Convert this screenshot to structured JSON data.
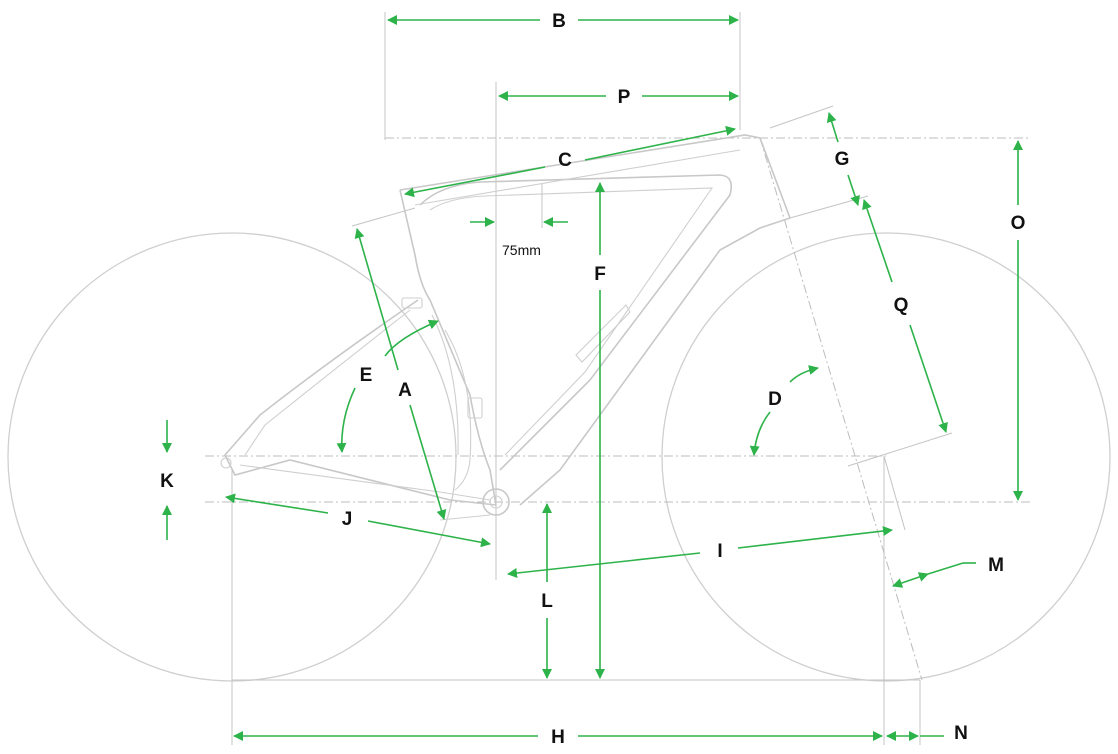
{
  "diagram": {
    "labels": {
      "A": "A",
      "B": "B",
      "C": "C",
      "D": "D",
      "E": "E",
      "F": "F",
      "G": "G",
      "H": "H",
      "I": "I",
      "J": "J",
      "K": "K",
      "L": "L",
      "M": "M",
      "N": "N",
      "O": "O",
      "P": "P",
      "Q": "Q"
    },
    "note_75mm": "75mm"
  },
  "colors": {
    "dimension": "#2db34a",
    "frame": "#c8c8c8",
    "text": "#111111"
  }
}
